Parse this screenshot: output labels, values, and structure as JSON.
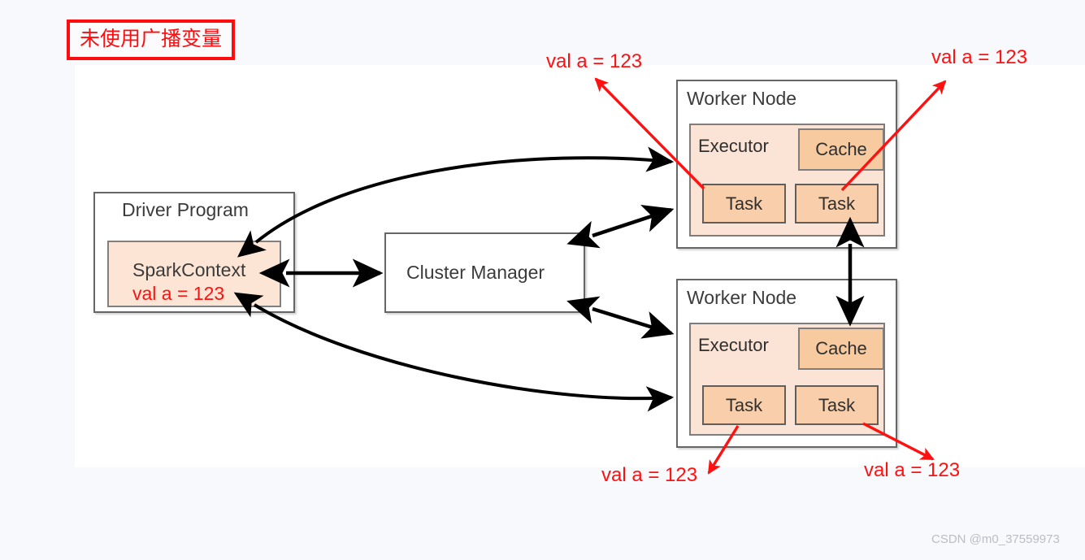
{
  "title_banner": {
    "text": "未使用广播变量",
    "color": "#fd0d0d"
  },
  "driver": {
    "title": "Driver Program",
    "sparkcontext": {
      "label": "SparkContext",
      "value_annotation": "val a = 123",
      "fill": "#fce5d4"
    }
  },
  "cluster_manager": {
    "title": "Cluster Manager"
  },
  "workers": [
    {
      "title": "Worker Node",
      "executor": {
        "label": "Executor",
        "fill": "#fbe4d5"
      },
      "cache": {
        "label": "Cache",
        "fill": "#f7ca9f"
      },
      "tasks": [
        {
          "label": "Task"
        },
        {
          "label": "Task"
        }
      ]
    },
    {
      "title": "Worker Node",
      "executor": {
        "label": "Executor",
        "fill": "#fbe4d5"
      },
      "cache": {
        "label": "Cache",
        "fill": "#f7ca9f"
      },
      "tasks": [
        {
          "label": "Task"
        },
        {
          "label": "Task"
        }
      ]
    }
  ],
  "annotations": {
    "top_left": "val a = 123",
    "top_right": "val a = 123",
    "bottom_left": "val a = 123",
    "bottom_right": "val a = 123"
  },
  "watermark": "CSDN @m0_37559973",
  "colors": {
    "annotation_red": "#fd1111",
    "box_border": "#666666",
    "page_background": "#f8f9fd",
    "canvas_background": "#ffffff"
  }
}
